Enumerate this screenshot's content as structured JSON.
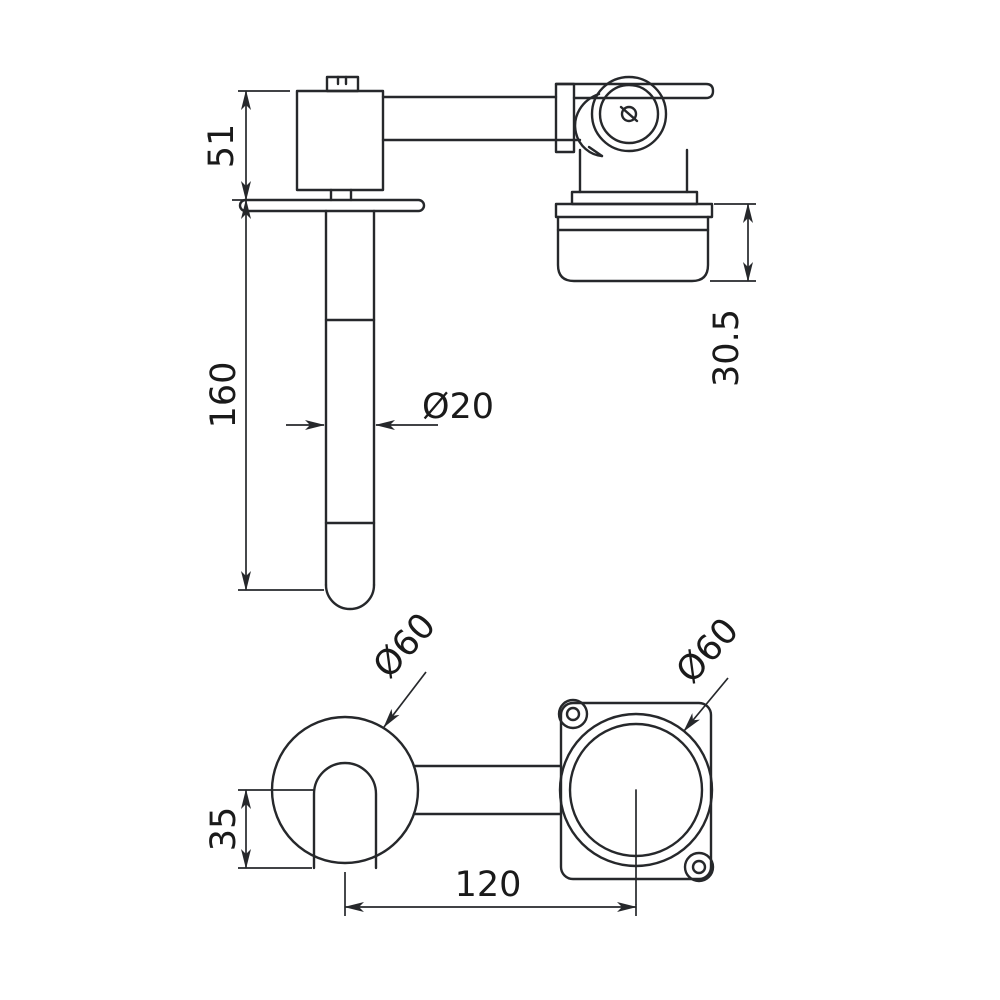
{
  "drawing": {
    "background_color": "#ffffff",
    "line_color": "#26282b",
    "dimensions": {
      "body_height": "51",
      "spout_drop": "160",
      "spout_diameter": "Ø20",
      "cartridge_depth": "30.5",
      "left_escutcheon_diameter": "Ø60",
      "right_escutcheon_diameter": "Ø60",
      "spout_bottom_offset": "35",
      "centre_distance": "120"
    }
  }
}
